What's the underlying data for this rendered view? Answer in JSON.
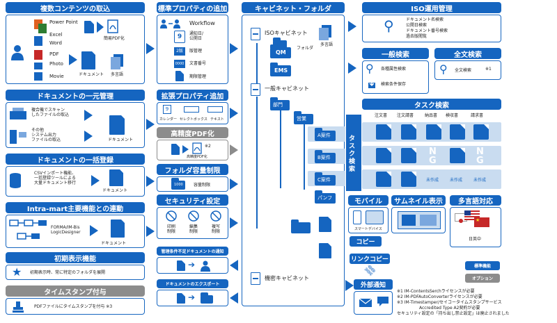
{
  "left": {
    "multi_content": {
      "title": "複数コンテンツの取込",
      "items": [
        "Power Point",
        "Excel",
        "Word",
        "PDF",
        "Photo",
        "Movie"
      ],
      "pdf_conv": "簡易PDF化",
      "doc_label": "ドキュメント",
      "multilang": "多言語"
    },
    "unified": {
      "title": "ドキュメントの一元管理",
      "row1": "複合機でスキャン\nしたファイルの取込",
      "row2": "その他\nシステム出力\nファイルの取込",
      "doc_label": "ドキュメント"
    },
    "bulk": {
      "title": "ドキュメントの一括登録",
      "text": "CSVインポート機能、\n一括登録ツールによる\n大量ドキュメント移行",
      "doc_label": "ドキュメント"
    },
    "intramart": {
      "title": "Intra-mart主要機能との連動",
      "text": "FORMA/IM-Bis\nLogicDesigner",
      "doc_label": "ドキュメント"
    },
    "initial": {
      "title": "初期表示機能",
      "text": "初期表示時、常に特定のフォルダを展開"
    },
    "timestamp": {
      "title": "タイムスタンプ付与",
      "text": "PDFファイルにタイムスタンプを付与 ※3"
    }
  },
  "mid": {
    "std_prop": {
      "title": "標準プロパティの追加",
      "workflow": "Workflow",
      "notice": "通知日/\n公開日",
      "version": "版管理",
      "docno": "文書番号",
      "retention": "期限管理",
      "cal_day": "9",
      "ver_tag": "2版",
      "no_tag": "0000"
    },
    "ext_prop": {
      "title": "拡張プロパティ追加",
      "calendar": "カレンダー",
      "selectbox": "セレクトボックス",
      "text": "テキスト"
    },
    "hq_pdf": {
      "title": "高精度PDF化",
      "text": "高精度PDF化",
      "note": "※2"
    },
    "capacity": {
      "title": "フォルダ容量制限",
      "text": "容量制限",
      "tag": "1000"
    },
    "security": {
      "title": "セキュリティ設定",
      "items": [
        "印刷\n制限",
        "編集\n制限",
        "複写\n制限"
      ]
    },
    "notify": {
      "title": "管理条件不足ドキュメントの通知"
    },
    "export": {
      "title": "ドキュメントのエクスポート"
    }
  },
  "cabinet": {
    "title": "キャビネット・フォルダ",
    "iso": "ISOキャビネット",
    "folder": "フォルダ",
    "multilang": "多言語",
    "qm": "QM",
    "ems": "EMS",
    "general": "一般キャビネット",
    "dept": "部門",
    "sales": "営業",
    "a": "A案件",
    "b": "B案件",
    "c": "C案件",
    "pamph": "パンフ",
    "secret": "機密キャビネット",
    "task_search_vert": "タスク検索"
  },
  "right": {
    "iso_mgmt": {
      "title": "ISO運用管理",
      "lines": [
        "ドキュメント名検索",
        "公開日検索",
        "ドキュメント番号検索",
        "過去版閲覧"
      ]
    },
    "general_search": {
      "title": "一般検索",
      "attr": "各種属性検索",
      "save": "検索条件保存"
    },
    "fulltext": {
      "title": "全文検索",
      "text": "全文検索",
      "note": "※1"
    },
    "task_search": {
      "title": "タスク検索",
      "cols": [
        "注文書",
        "注文請書",
        "納品書",
        "検収書",
        "請求書"
      ],
      "miss": "未作成"
    },
    "mobile": {
      "title": "モバイル",
      "caption": "スマートデバイス"
    },
    "thumb": {
      "title": "サムネイル表示"
    },
    "multilang": {
      "title": "多言語対応",
      "caption": "日英中"
    },
    "copy": "コピー",
    "linkcopy": "リンクコピー",
    "external": "外部通知",
    "legend": {
      "std": "標準機能",
      "opt": "オプション"
    },
    "notes": [
      "※1 IM-ContentsSerchライセンスが必要",
      "※2 IM-PDFAutoConverterライセンスが必要",
      "※3 IM-Timestamper/セイコータイムスタンプサービス",
      "Accredited Type A2契約が必要",
      "セキュリティ設定の「持ち出し禁止設定」は廃止されました"
    ]
  },
  "colors": {
    "primary": "#1565c0",
    "gray": "#8c8c8c",
    "band": "#c9dcf0"
  }
}
